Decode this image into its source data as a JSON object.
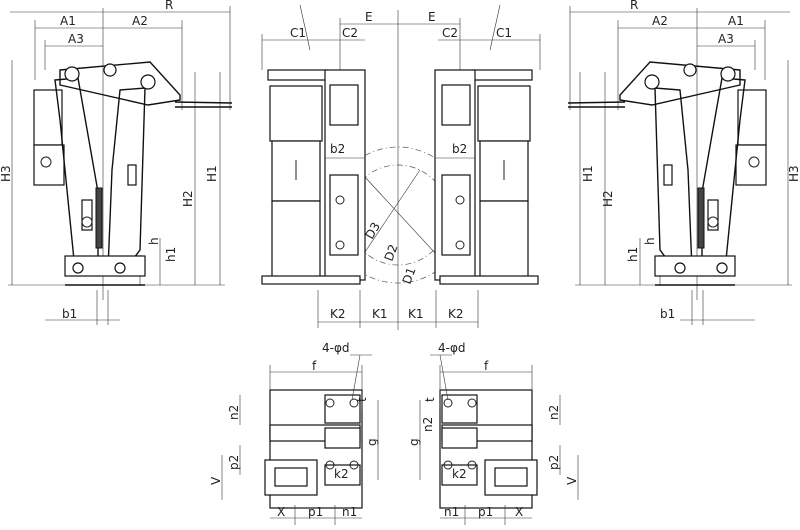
{
  "labels": {
    "R": "R",
    "A1": "A1",
    "A2": "A2",
    "A3": "A3",
    "H1": "H1",
    "H2": "H2",
    "H3": "H3",
    "h": "h",
    "h1": "h1",
    "b1": "b1",
    "b2": "b2",
    "C1": "C1",
    "C2": "C2",
    "E": "E",
    "K1": "K1",
    "K2": "K2",
    "D1": "D1",
    "D2": "D2",
    "D3": "D3",
    "f": "f",
    "g": "g",
    "t": "t",
    "n1": "n1",
    "n2": "n2",
    "p1": "p1",
    "p2": "p2",
    "V": "V",
    "X": "X",
    "k2": "k2",
    "holes": "4-φd"
  },
  "colors": {
    "line": "#222222",
    "background": "#ffffff"
  }
}
